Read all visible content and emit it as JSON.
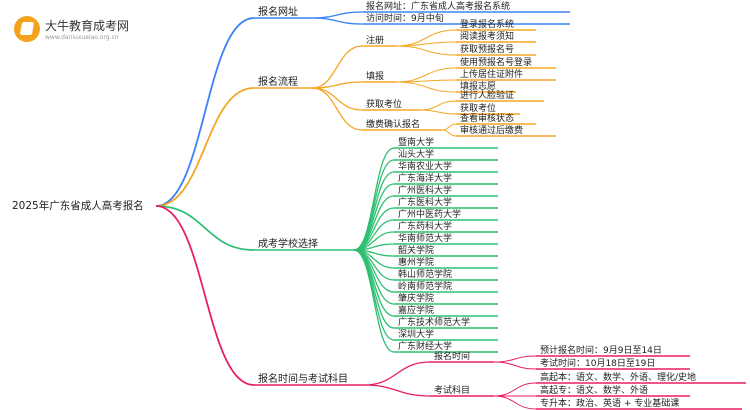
{
  "brand": {
    "name": "大牛教育成考网",
    "url": "www.daniuxueiao.org.cn",
    "accent": "#f3a21b"
  },
  "root": "2025年广东省成人高考报名",
  "branches": [
    {
      "label": "报名网址",
      "color": "#3b82f6",
      "children": [
        {
          "label": "报名网址：广东省成人高考报名系统"
        },
        {
          "label": "访问时间：9月中旬"
        }
      ]
    },
    {
      "label": "报名流程",
      "color": "#f5a623",
      "children": [
        {
          "label": "注册",
          "children": [
            "登录报名系统",
            "阅读报考须知",
            "获取预报名号"
          ]
        },
        {
          "label": "填报",
          "children": [
            "使用预报名号登录",
            "上传居住证附件",
            "填报志愿"
          ]
        },
        {
          "label": "获取考位",
          "children": [
            "进行人脸验证",
            "获取考位"
          ]
        },
        {
          "label": "缴费确认报名",
          "children": [
            "查看审核状态",
            "审核通过后缴费"
          ]
        }
      ]
    },
    {
      "label": "成考学校选择",
      "color": "#2fbf71",
      "children": [
        {
          "label": "暨南大学"
        },
        {
          "label": "汕头大学"
        },
        {
          "label": "华南农业大学"
        },
        {
          "label": "广东海洋大学"
        },
        {
          "label": "广州医科大学"
        },
        {
          "label": "广东医科大学"
        },
        {
          "label": "广州中医药大学"
        },
        {
          "label": "广东药科大学"
        },
        {
          "label": "华南师范大学"
        },
        {
          "label": "韶关学院"
        },
        {
          "label": "惠州学院"
        },
        {
          "label": "韩山师范学院"
        },
        {
          "label": "岭南师范学院"
        },
        {
          "label": "肇庆学院"
        },
        {
          "label": "嘉应学院"
        },
        {
          "label": "广东技术师范大学"
        },
        {
          "label": "深圳大学"
        },
        {
          "label": "广东财经大学"
        }
      ]
    },
    {
      "label": "报名时间与考试科目",
      "color": "#e91e63",
      "children": [
        {
          "label": "报名时间",
          "children": [
            "预计报名时间：9月9日至14日",
            "考试时间：10月18日至19日"
          ]
        },
        {
          "label": "考试科目",
          "children": [
            "高起本：语文、数学、外语、理化/史地",
            "高起专：语文、数学、外语",
            "专升本：政治、英语 + 专业基础课"
          ]
        }
      ]
    }
  ]
}
